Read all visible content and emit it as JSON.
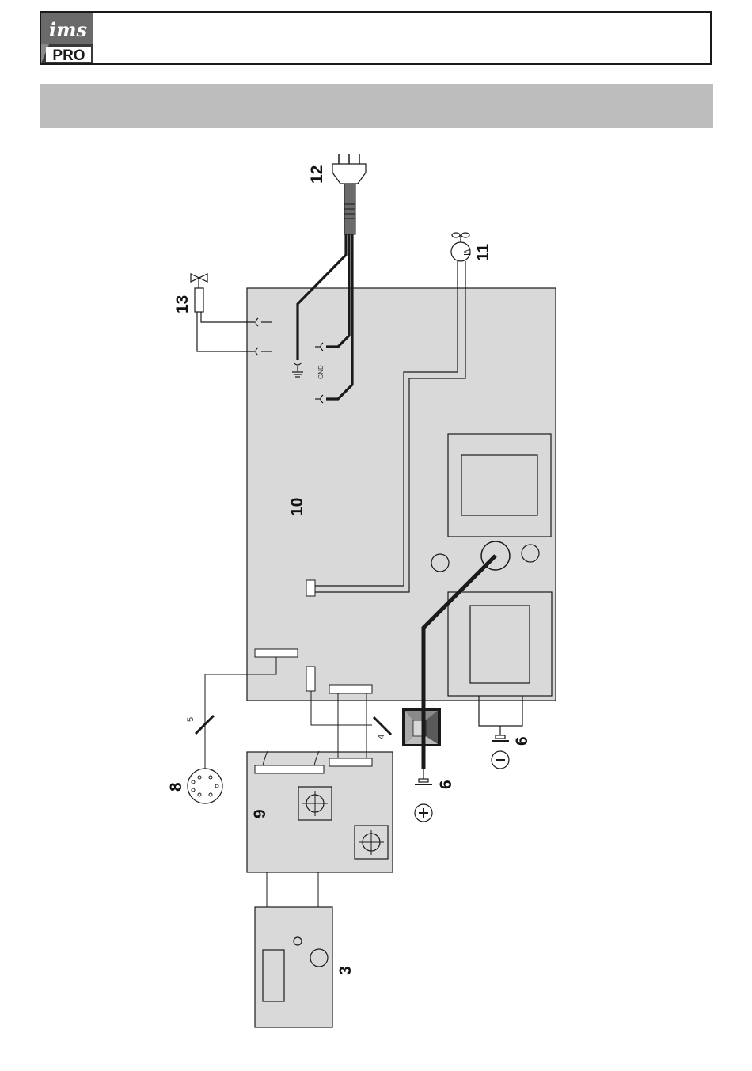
{
  "header": {
    "logo_top": "ims",
    "logo_bottom": "PRO"
  },
  "diagram": {
    "labels": {
      "plug": "12",
      "fan": "11",
      "valve": "13",
      "main_board": "10",
      "interface_board": "9",
      "connector_round": "8",
      "control_panel": "3",
      "ground_positive": "6",
      "ground_negative": "6",
      "wire_count_5": "5",
      "wire_count_4": "4",
      "gnd": "GND",
      "fan_symbol": "M",
      "plus_symbol": "+",
      "minus_symbol": "−"
    }
  },
  "colors": {
    "board_fill": "#d9d9d9",
    "band_fill": "#bdbdbd",
    "line": "#1a1a1a"
  }
}
